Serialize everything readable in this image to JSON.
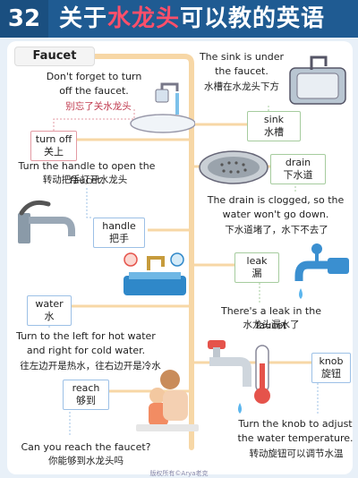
{
  "header": {
    "number": "32",
    "title_pre": "关于",
    "title_accent": "水龙头",
    "title_post": "可以教的英语"
  },
  "faucet_label": "Faucet",
  "sections": {
    "turn_off": {
      "sentence_en": "Don't forget to turn off the faucet.",
      "sentence_cn": "别忘了关水龙头",
      "word_en": "turn off",
      "word_cn": "关上"
    },
    "handle": {
      "sentence_en": "Turn the handle to open the faucet.",
      "sentence_cn": "转动把手打开水龙头",
      "word_en": "handle",
      "word_cn": "把手"
    },
    "water": {
      "word_en": "water",
      "word_cn": "水",
      "sentence_en": "Turn to the left for hot water and right for cold water.",
      "sentence_cn": "往左边开是热水，往右边开是冷水"
    },
    "reach": {
      "word_en": "reach",
      "word_cn": "够到",
      "sentence_en": "Can you reach the faucet?",
      "sentence_cn": "你能够到水龙头吗"
    },
    "sink": {
      "sentence_en": "The sink is under the faucet.",
      "sentence_cn": "水槽在水龙头下方",
      "word_en": "sink",
      "word_cn": "水槽"
    },
    "drain": {
      "word_en": "drain",
      "word_cn": "下水道",
      "sentence_en": "The drain is clogged, so the water won't go down.",
      "sentence_cn": "下水道堵了，水下不去了"
    },
    "leak": {
      "word_en": "leak",
      "word_cn": "漏",
      "sentence_en": "There's a leak in the faucet",
      "sentence_cn": "水龙头漏水了"
    },
    "knob": {
      "word_en": "knob",
      "word_cn": "旋钮",
      "sentence_en": "Turn the knob to adjust the water temperature.",
      "sentence_cn": "转动旋钮可以调节水温"
    }
  },
  "footer": "版权所有©Arya老克"
}
